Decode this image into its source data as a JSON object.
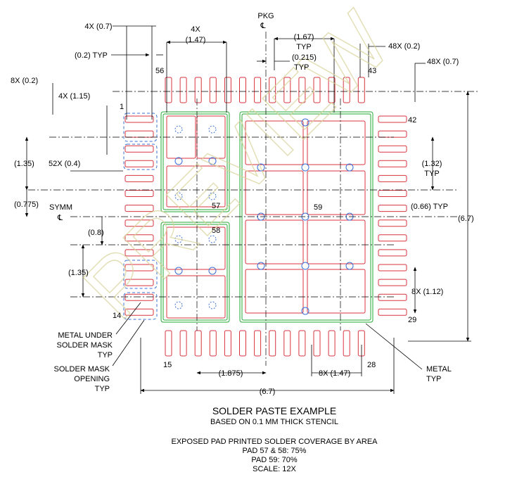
{
  "title": "SOLDER PASTE EXAMPLE",
  "subtitle": "BASED ON 0.1 MM THICK STENCIL",
  "coverage_heading": "EXPOSED PAD PRINTED SOLDER COVERAGE BY AREA",
  "coverage_57_58": "PAD 57 & 58: 75%",
  "coverage_59": "PAD 59: 70%",
  "scale": "SCALE: 12X",
  "watermark": "PREVIEW",
  "labels": {
    "pkg": "PKG",
    "cl_symbol": "℄",
    "symm": "SYMM",
    "dim_4x_07": "4X (0.7)",
    "dim_02_typ": "(0.2) TYP",
    "dim_8x_02": "8X (0.2)",
    "dim_4x_115": "4X (1.15)",
    "dim_135_upper": "(1.35)",
    "dim_52x_04": "52X (0.4)",
    "dim_0775": "(0.775)",
    "dim_08": "(0.8)",
    "dim_135_lower": "(1.35)",
    "dim_4x_147_top": "4X",
    "dim_147_top": "(1.47)",
    "dim_167": "(1.67)",
    "dim_167_typ": "TYP",
    "dim_0215": "(0.215)",
    "dim_0215_typ": "TYP",
    "dim_48x_02": "48X (0.2)",
    "dim_48x_07": "48X (0.7)",
    "dim_132": "(1.32)",
    "dim_132_typ": "TYP",
    "dim_066_typ": "(0.66) TYP",
    "dim_67_right": "(6.7)",
    "dim_8x_112": "8X (1.12)",
    "dim_1875": "(1.875)",
    "dim_8x_147": "8X (1.47)",
    "dim_67_bottom": "(6.7)",
    "metal_under_1": "METAL UNDER",
    "metal_under_2": "SOLDER MASK",
    "metal_under_3": "TYP",
    "sm_opening_1": "SOLDER MASK",
    "sm_opening_2": "OPENING",
    "sm_opening_3": "TYP",
    "metal_typ_1": "METAL",
    "metal_typ_2": "TYP"
  },
  "pins": {
    "p1": "1",
    "p14": "14",
    "p15": "15",
    "p28": "28",
    "p29": "29",
    "p42": "42",
    "p43": "43",
    "p56": "56",
    "p57": "57",
    "p58": "58",
    "p59": "59"
  }
}
